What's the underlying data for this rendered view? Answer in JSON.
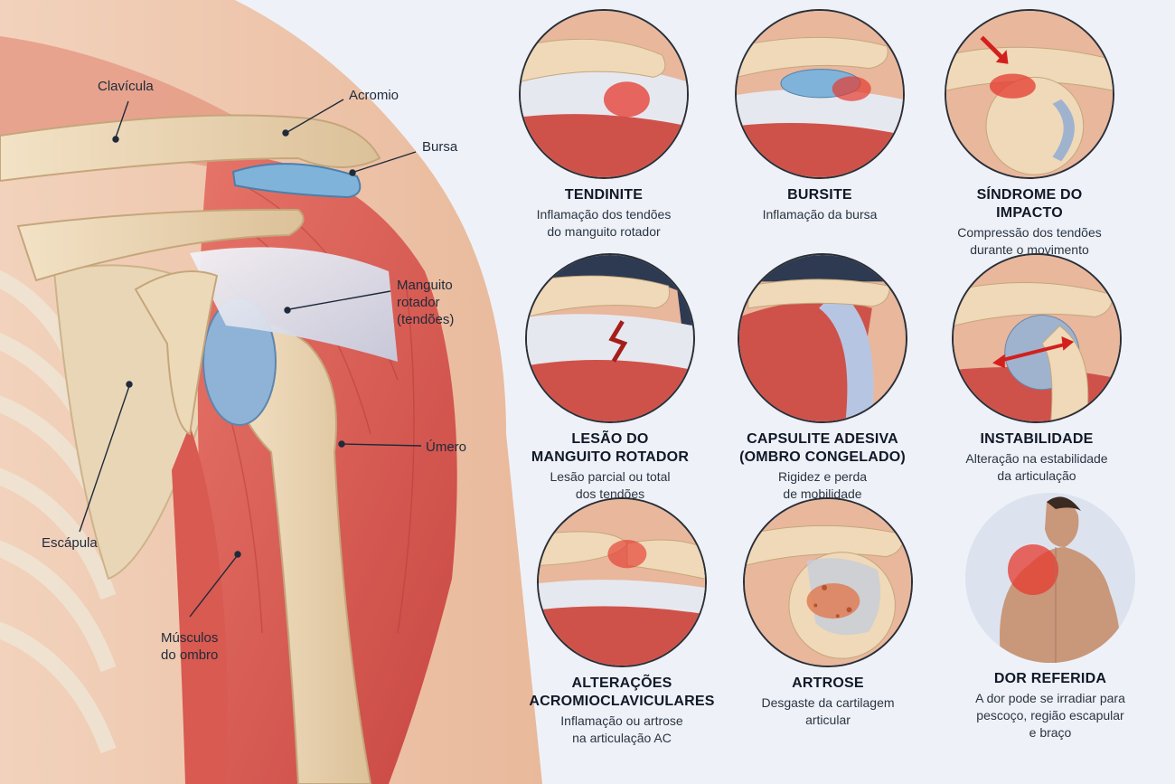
{
  "anatomy": {
    "labels": {
      "clavicula": "Clavícula",
      "acromio": "Acromio",
      "bursa": "Bursa",
      "manguito": "Manguito\nrotador\n(tendões)",
      "umero": "Úmero",
      "escapula": "Escápula",
      "musculos": "Músculos\ndo ombro"
    }
  },
  "conditions": [
    {
      "title": "TENDINITE",
      "description": "Inflamação dos tendões\ndo manguito rotador",
      "illustration": "tendon-inflammation"
    },
    {
      "title": "BURSITE",
      "description": "Inflamação da bursa",
      "illustration": "bursa-inflammation"
    },
    {
      "title": "SÍNDROME DO\nIMPACTO",
      "description": "Compressão dos tendões\ndurante o movimento",
      "illustration": "impingement-arrow"
    },
    {
      "title": "LESÃO DO\nMANGUITO ROTADOR",
      "description": "Lesão parcial ou total\ndos tendões",
      "illustration": "torn-tendon"
    },
    {
      "title": "CAPSULITE ADESIVA\n(OMBRO CONGELADO)",
      "description": "Rigidez e perda\nde mobilidade",
      "illustration": "stiff-capsule"
    },
    {
      "title": "INSTABILIDADE",
      "description": "Alteração na estabilidade\nda articulação",
      "illustration": "joint-instability-arrow"
    },
    {
      "title": "ALTERAÇÕES\nACROMIOCLAVICULARES",
      "description": "Inflamação ou artrose\nna articulação AC",
      "illustration": "ac-joint-inflammation"
    },
    {
      "title": "ARTROSE",
      "description": "Desgaste da cartilagem\narticular",
      "illustration": "cartilage-wear"
    },
    {
      "title": "DOR REFERIDA",
      "description": "A dor pode se irradiar para\npescoço, região escapular\ne braço",
      "illustration": "referred-pain-back"
    }
  ],
  "colors": {
    "background": "#eef2f8",
    "muscle": "#d9574f",
    "bone": "#efd9b8",
    "tendon": "#e3e6ee",
    "bursa": "#7fb3d9",
    "inflammation": "#e53a2f",
    "skin": "#eec3a6"
  }
}
